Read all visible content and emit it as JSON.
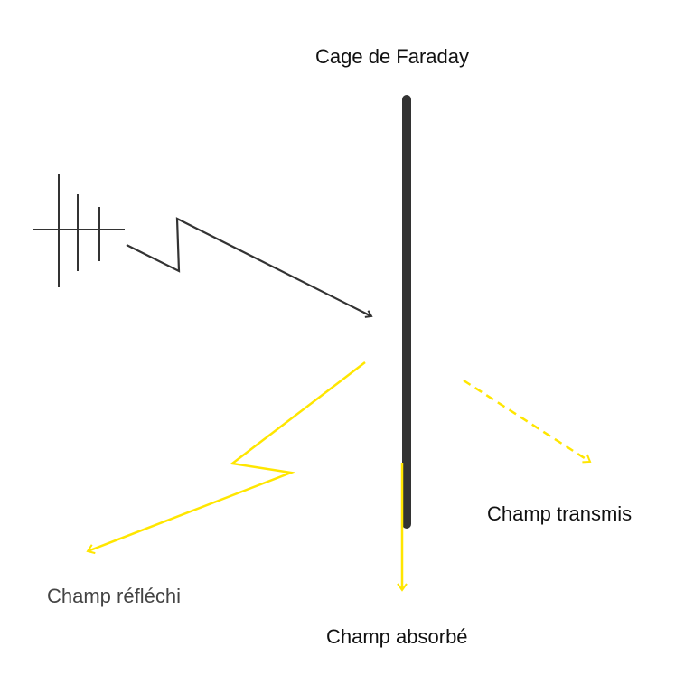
{
  "title": "Cage de Faraday",
  "labels": {
    "reflected": "Champ réfléchi",
    "transmitted": "Champ transmis",
    "absorbed": "Champ absorbé"
  },
  "colors": {
    "dark": "#333333",
    "field": "#FFE600",
    "background": "#FFFFFF"
  },
  "elements": {
    "antenna": "antenna-icon",
    "incident_wave": "lightning-arrow",
    "cage_wall": "faraday-cage-wall",
    "reflected_wave": "reflected-lightning-arrow",
    "transmitted_wave": "dashed-arrow",
    "absorbed_wave": "down-arrow"
  }
}
